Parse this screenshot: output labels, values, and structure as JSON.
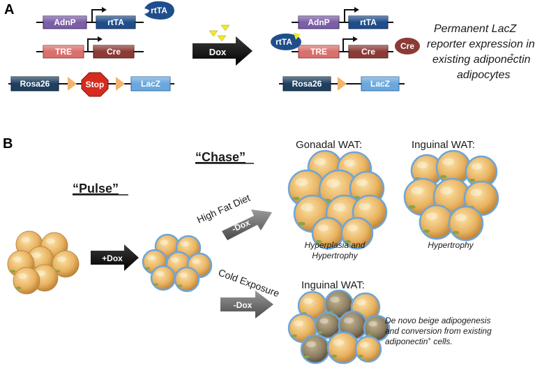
{
  "panel_a": {
    "letter": "A",
    "constructs_before": {
      "adnp": "AdnP",
      "rttA": "rtTA",
      "rtta_protein": "rtTA",
      "tre": "TRE",
      "cre": "Cre",
      "rosa26": "Rosa26",
      "stop": "Stop",
      "lacz": "LacZ"
    },
    "dox_label": "Dox",
    "constructs_after": {
      "adnp": "AdnP",
      "rttA": "rtTA",
      "rtta_protein": "rtTA",
      "tre": "TRE",
      "cre": "Cre",
      "cre_protein": "Cre",
      "rosa26": "Rosa26",
      "lacz": "LacZ"
    },
    "result_lines": [
      "Permanent LacZ",
      "reporter expression in",
      "existing adiponectin",
      "adipocytes"
    ],
    "result_superscript": "+"
  },
  "panel_b": {
    "letter": "B",
    "pulse_label": "“Pulse”",
    "chase_label": "“Chase”",
    "plus_dox": "+Dox",
    "hfd_label": "High Fat Diet",
    "hfd_arrow": "-Dox",
    "cold_label": "Cold Exposure",
    "cold_arrow": "-Dox",
    "gonadal_title": "Gonadal WAT:",
    "inguinal_title_top": "Inguinal WAT:",
    "inguinal_title_bottom": "Inguinal WAT:",
    "gonadal_caption": [
      "Hyperplasia and",
      "Hypertrophy"
    ],
    "inguinal_caption": "Hypertrophy",
    "beige_caption_lines": [
      "De novo beige adipogenesis",
      "and conversion from existing",
      "adiponectin",
      " cells."
    ],
    "beige_superscript": "+"
  },
  "colors": {
    "adnp": "#7b5ea7",
    "rtta": "#1f4e8c",
    "tre": "#d9706d",
    "cre": "#8b3a36",
    "rosa26": "#1e3f60",
    "lacz": "#6aa7de",
    "stop": "#d62b1f",
    "loxp": "#f2b36c",
    "cell_fill": "#e8b260",
    "cell_border": "#6fa5d6",
    "beige_fill": "#8c7f63"
  }
}
